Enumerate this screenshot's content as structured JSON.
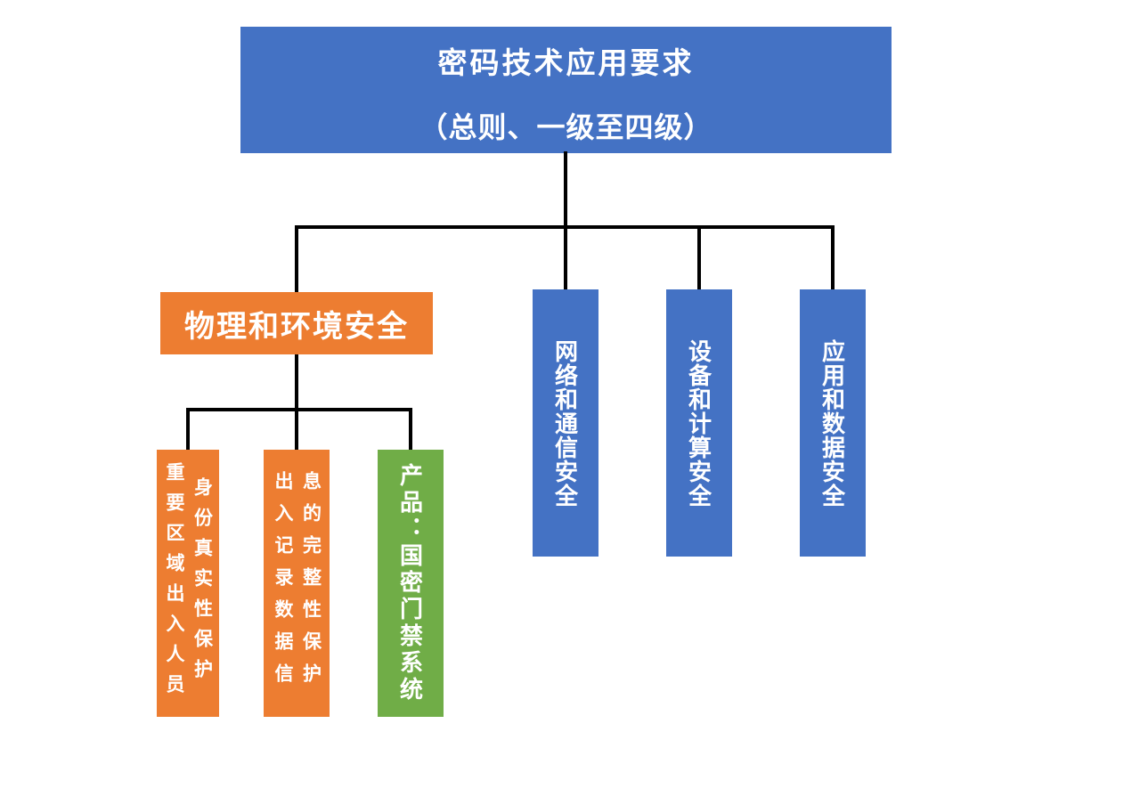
{
  "diagram": {
    "root": {
      "title": "密码技术应用要求",
      "subtitle": "（总则、一级至四级）"
    },
    "level1": [
      {
        "id": "physical",
        "label": "物理和环境安全",
        "color": "#ED7D31"
      },
      {
        "id": "network",
        "label": "网络和通信安全",
        "color": "#4472C4"
      },
      {
        "id": "device",
        "label": "设备和计算安全",
        "color": "#4472C4"
      },
      {
        "id": "application",
        "label": "应用和数据安全",
        "color": "#4472C4"
      }
    ],
    "physical_children": [
      {
        "label": "重要区域出入人员\n身份真实性保护",
        "color": "#ED7D31"
      },
      {
        "label": "出入记录数据信\n息的完整性保护",
        "color": "#ED7D31"
      },
      {
        "label": "产品：国密门禁系统",
        "color": "#70AD47"
      }
    ],
    "colors": {
      "blue": "#4472C4",
      "orange": "#ED7D31",
      "green": "#70AD47",
      "connector": "#000000",
      "text": "#FFFFFF",
      "background": "#FFFFFF"
    }
  }
}
